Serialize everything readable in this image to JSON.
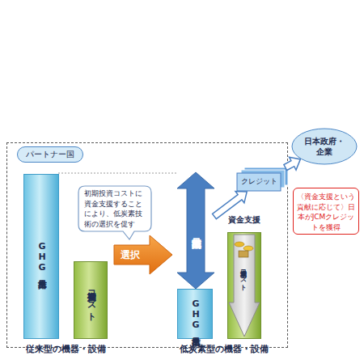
{
  "diagram": {
    "nodes": [
      {
        "text": [
          "パートナー国"
        ]
      },
      {
        "text": [
          "GHG排出量"
        ],
        "in": 0
      },
      {
        "text": [
          "初期投資コスト"
        ],
        "in": 0
      },
      {
        "text": [
          "初期投資コストに資金支援することにより、低炭素技術の選択を促す"
        ],
        "in": 0
      },
      {
        "text": [
          "選択"
        ],
        "in": 0
      },
      {
        "text": [
          "排出削減量"
        ],
        "in": 0
      },
      {
        "text": [
          "GHG排出量"
        ],
        "in": 0
      },
      {
        "text": [
          "資金支援",
          "初期投資コスト"
        ],
        "in": 0
      },
      {
        "text": [
          "クレジット"
        ],
        "in": 0
      },
      {
        "text": [
          "日本政府・企業"
        ]
      },
      {
        "text": [
          "〈資金支援という貢献に応じて〉日本がJCMクレジットを獲得"
        ]
      }
    ],
    "edges": [
      {
        "from": 5,
        "to": 8,
        "arrow": "to"
      },
      {
        "from": 8,
        "to": 9,
        "arrow": "to"
      }
    ],
    "labels": [
      "従来型の機器・設備",
      "低炭素型の機器・設備"
    ]
  }
}
